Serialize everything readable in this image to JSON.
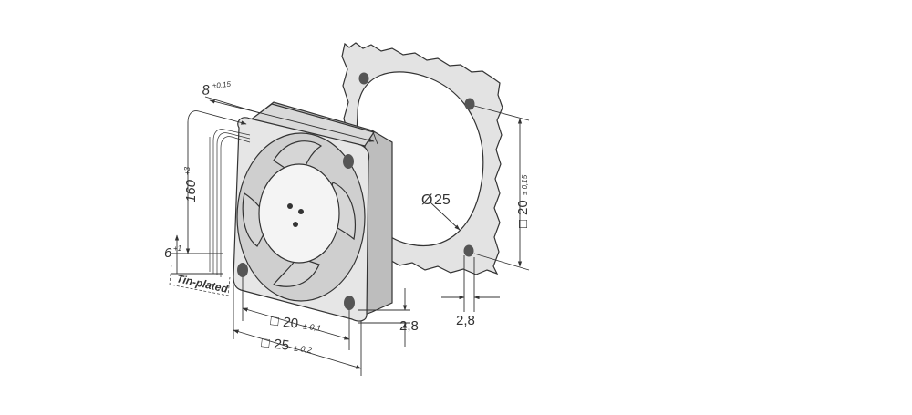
{
  "drawing": {
    "colors": {
      "line": "#333333",
      "fan_frame": "#e6e6e6",
      "fan_frame_dark": "#bdbdbd",
      "hub": "#f4f4f4",
      "blade": "#d2d2d2",
      "gasket": "#e3e3e3",
      "background": "#ffffff"
    },
    "dims": {
      "depth": {
        "value": "8",
        "tol": "±0.15"
      },
      "cable_length": {
        "value": "160",
        "tol": "+3"
      },
      "strip_length": {
        "value": "6",
        "tol": "+1"
      },
      "tin_plated": "Tin-plated",
      "hole_pitch": {
        "symbol": "□",
        "value": "20",
        "tol": "± 0,1"
      },
      "frame_size": {
        "symbol": "□",
        "value": "25",
        "tol": "± 0,2"
      },
      "mount_hole": "2,8",
      "gasket_opening": {
        "symbol": "Ø",
        "value": "25"
      },
      "gasket_pitch": {
        "symbol": "□",
        "value": "20",
        "tol": "± 0,15"
      },
      "gasket_hole": "2,8"
    }
  }
}
